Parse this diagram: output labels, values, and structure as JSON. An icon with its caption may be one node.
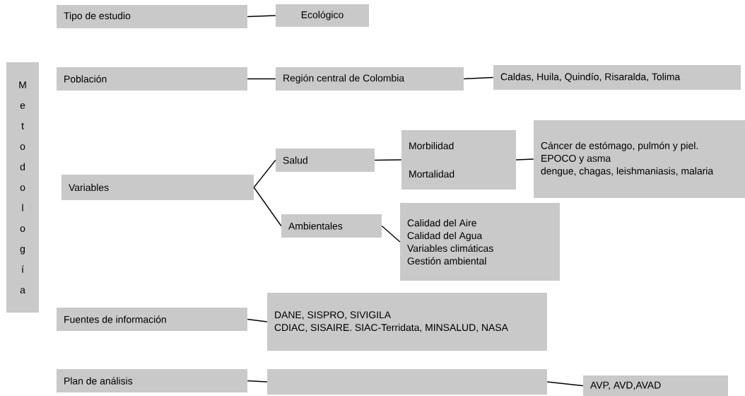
{
  "diagram": {
    "nodes": [
      {
        "text": [
          "Metodología"
        ]
      },
      {
        "text": [
          "Tipo de estudio"
        ]
      },
      {
        "text": [
          "Ecológico"
        ]
      },
      {
        "text": [
          "Población"
        ]
      },
      {
        "text": [
          "Región central de Colombia"
        ]
      },
      {
        "text": [
          "Caldas, Huila, Quindío, Risaralda, Tolima"
        ]
      },
      {
        "text": [
          "Variables"
        ]
      },
      {
        "text": [
          "Salud"
        ]
      },
      {
        "text": [
          "Morbilidad",
          "Mortalidad"
        ]
      },
      {
        "text": [
          "Cáncer de estómago, pulmón y piel.",
          "EPOCO y asma",
          "dengue, chagas, leishmaniasis, malaria"
        ]
      },
      {
        "text": [
          "Ambientales"
        ]
      },
      {
        "text": [
          "Calidad del Aire",
          "Calidad del Agua",
          "Variables climáticas",
          "Gestión ambiental"
        ]
      },
      {
        "text": [
          "Fuentes de información"
        ]
      },
      {
        "text": [
          "DANE, SISPRO, SIVIGILA",
          "CDIAC, SISAIRE. SIAC-Terridata, MINSALUD, NASA"
        ]
      },
      {
        "text": [
          "Plan de análisis"
        ]
      },
      {
        "text": [],
        "shape": "box"
      },
      {
        "text": [
          "AVP, AVD,AVAD"
        ]
      }
    ],
    "edges": [
      {
        "from": 1,
        "to": 2,
        "arrow": "none"
      },
      {
        "from": 3,
        "to": 4,
        "arrow": "none"
      },
      {
        "from": 4,
        "to": 5,
        "arrow": "none"
      },
      {
        "from": 6,
        "to": 7,
        "arrow": "none"
      },
      {
        "from": 6,
        "to": 10,
        "arrow": "none"
      },
      {
        "from": 7,
        "to": 8,
        "arrow": "none"
      },
      {
        "from": 8,
        "to": 9,
        "arrow": "none"
      },
      {
        "from": 10,
        "to": 11,
        "arrow": "none"
      },
      {
        "from": 12,
        "to": 13,
        "arrow": "none"
      },
      {
        "from": 14,
        "to": 15,
        "arrow": "none"
      },
      {
        "from": 15,
        "to": 16,
        "arrow": "none"
      }
    ]
  }
}
